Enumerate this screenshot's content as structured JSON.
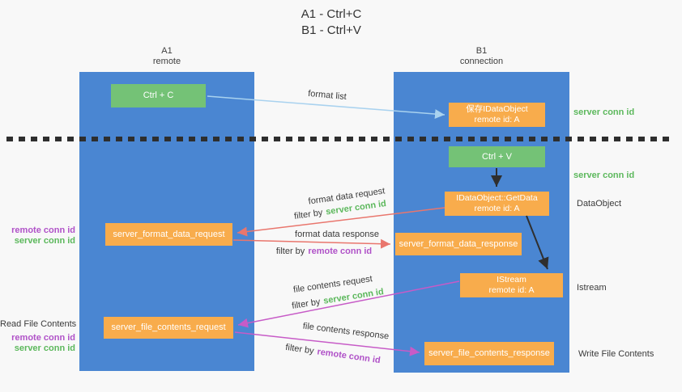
{
  "title": {
    "line1": "A1 - Ctrl+C",
    "line2": "B1 - Ctrl+V"
  },
  "columns": {
    "left": {
      "name": "A1",
      "role": "remote"
    },
    "right": {
      "name": "B1",
      "role": "connection"
    }
  },
  "boxes": {
    "ctrl_c": {
      "label": "Ctrl + C"
    },
    "save_dataobject": {
      "line1": "保存IDataObject",
      "line2": "remote id: A"
    },
    "ctrl_v": {
      "label": "Ctrl + V"
    },
    "getdata": {
      "line1": "IDataObject::GetData",
      "line2": "remote id: A"
    },
    "format_request": {
      "label": "server_format_data_request"
    },
    "format_response": {
      "label": "server_format_data_response"
    },
    "istream": {
      "line1": "IStream",
      "line2": "remote id: A"
    },
    "file_request": {
      "label": "server_file_contents_request"
    },
    "file_response": {
      "label": "server_file_contents_response"
    }
  },
  "arrow_labels": {
    "format_list": "format list",
    "format_data_request": "format data request",
    "format_data_response": "format data response",
    "file_contents_request": "file contents request",
    "file_contents_response": "file contents response",
    "filter_by": "filter by",
    "server_conn_id": "server conn id",
    "remote_conn_id": "remote conn id"
  },
  "side_labels": {
    "server_conn_id_top": "server conn id",
    "server_conn_id_mid": "server conn id",
    "dataobject": "DataObject",
    "istream": "Istream",
    "write_file_contents": "Write File Contents",
    "read_file_contents": "Read File Contents",
    "remote_conn_id": "remote conn id",
    "server_conn_id": "server conn id"
  },
  "colors": {
    "column_blue": "#4a86d2",
    "box_green": "#74c276",
    "box_orange": "#f8ac4c",
    "arrow_lightblue": "#a9d2ef",
    "arrow_red": "#e9766d",
    "arrow_magenta": "#c75bc7",
    "arrow_black": "#2f2f2f",
    "conn_id_green": "#5cb85c",
    "conn_id_purple": "#b052c8",
    "background": "#f8f8f8"
  }
}
